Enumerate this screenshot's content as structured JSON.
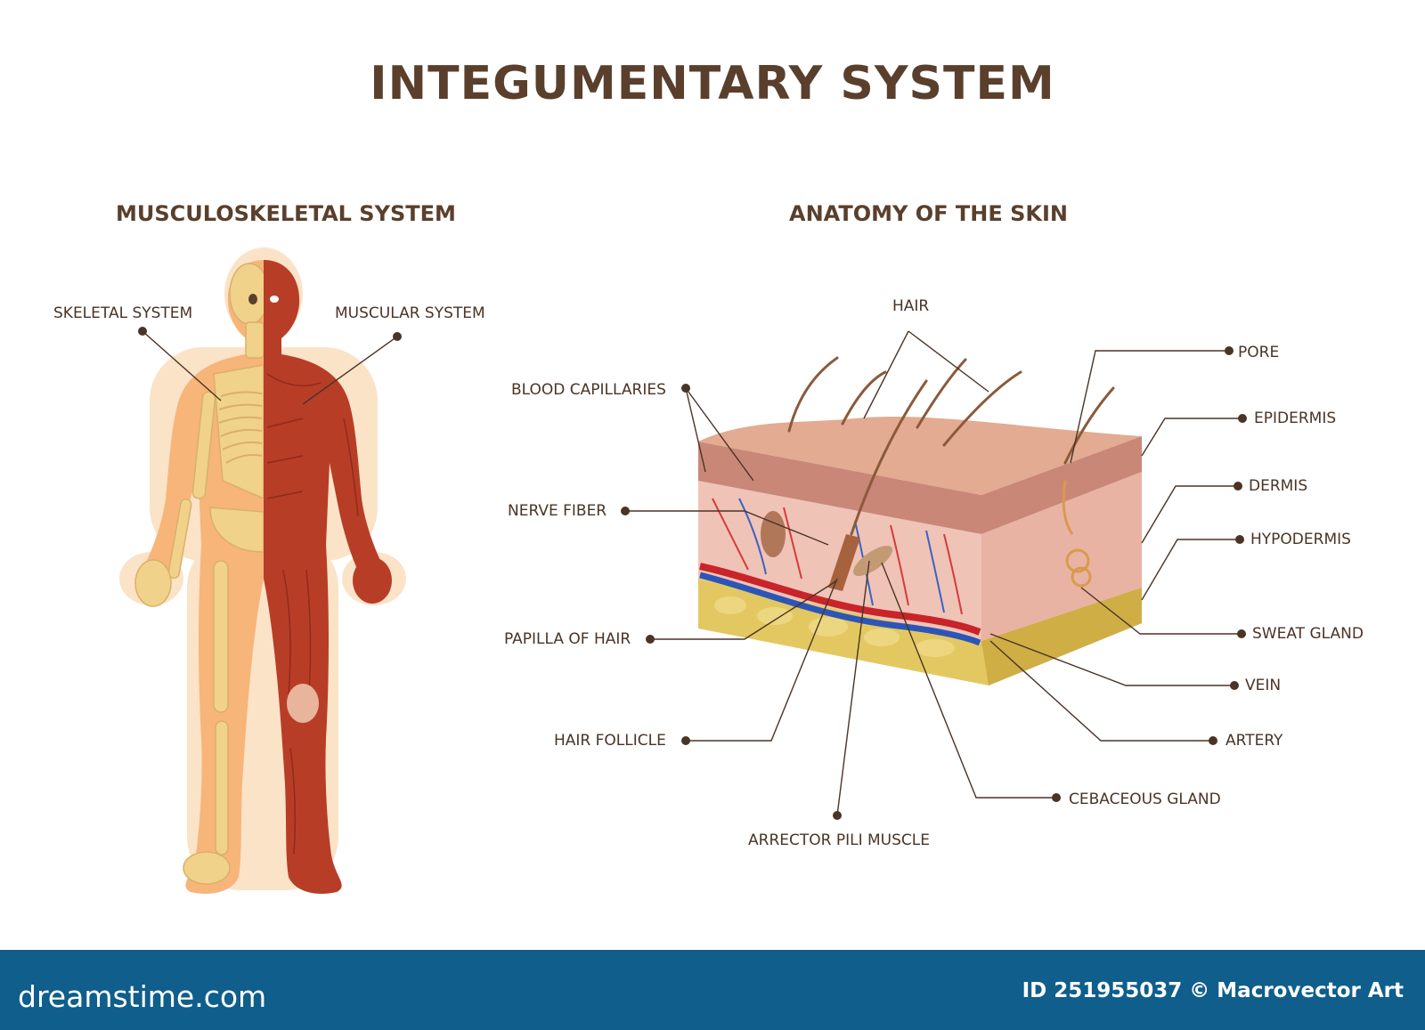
{
  "title": "INTEGUMENTARY SYSTEM",
  "left_panel": {
    "heading": "MUSCULOSKELETAL SYSTEM",
    "labels": {
      "skeletal": "SKELETAL SYSTEM",
      "muscular": "MUSCULAR SYSTEM"
    }
  },
  "right_panel": {
    "heading": "ANATOMY OF THE SKIN",
    "labels": {
      "hair": "HAIR",
      "pore": "PORE",
      "blood_capillaries": "BLOOD CAPILLARIES",
      "epidermis": "EPIDERMIS",
      "dermis": "DERMIS",
      "nerve_fiber": "NERVE FIBER",
      "hypodermis": "HYPODERMIS",
      "papilla_of_hair": "PAPILLA OF HAIR",
      "sweat_gland": "SWEAT GLAND",
      "vein": "VEIN",
      "hair_follicle": "HAIR FOLLICLE",
      "artery": "ARTERY",
      "cebaceous_gland": "CEBACEOUS GLAND",
      "arrector_pili_muscle": "ARRECTOR PILI MUSCLE"
    }
  },
  "footer": {
    "brand": "dreamstime.com",
    "credit": "ID 251955037 © Macrovector Art",
    "background": "#0f5e8c"
  },
  "colors": {
    "text": "#4a3426",
    "skin_top": "#d9a48c",
    "epidermis": "#c98778",
    "dermis": "#f0c3b7",
    "hypodermis": "#e3c862",
    "muscle": "#b23a26",
    "bone": "#f1d28a"
  }
}
